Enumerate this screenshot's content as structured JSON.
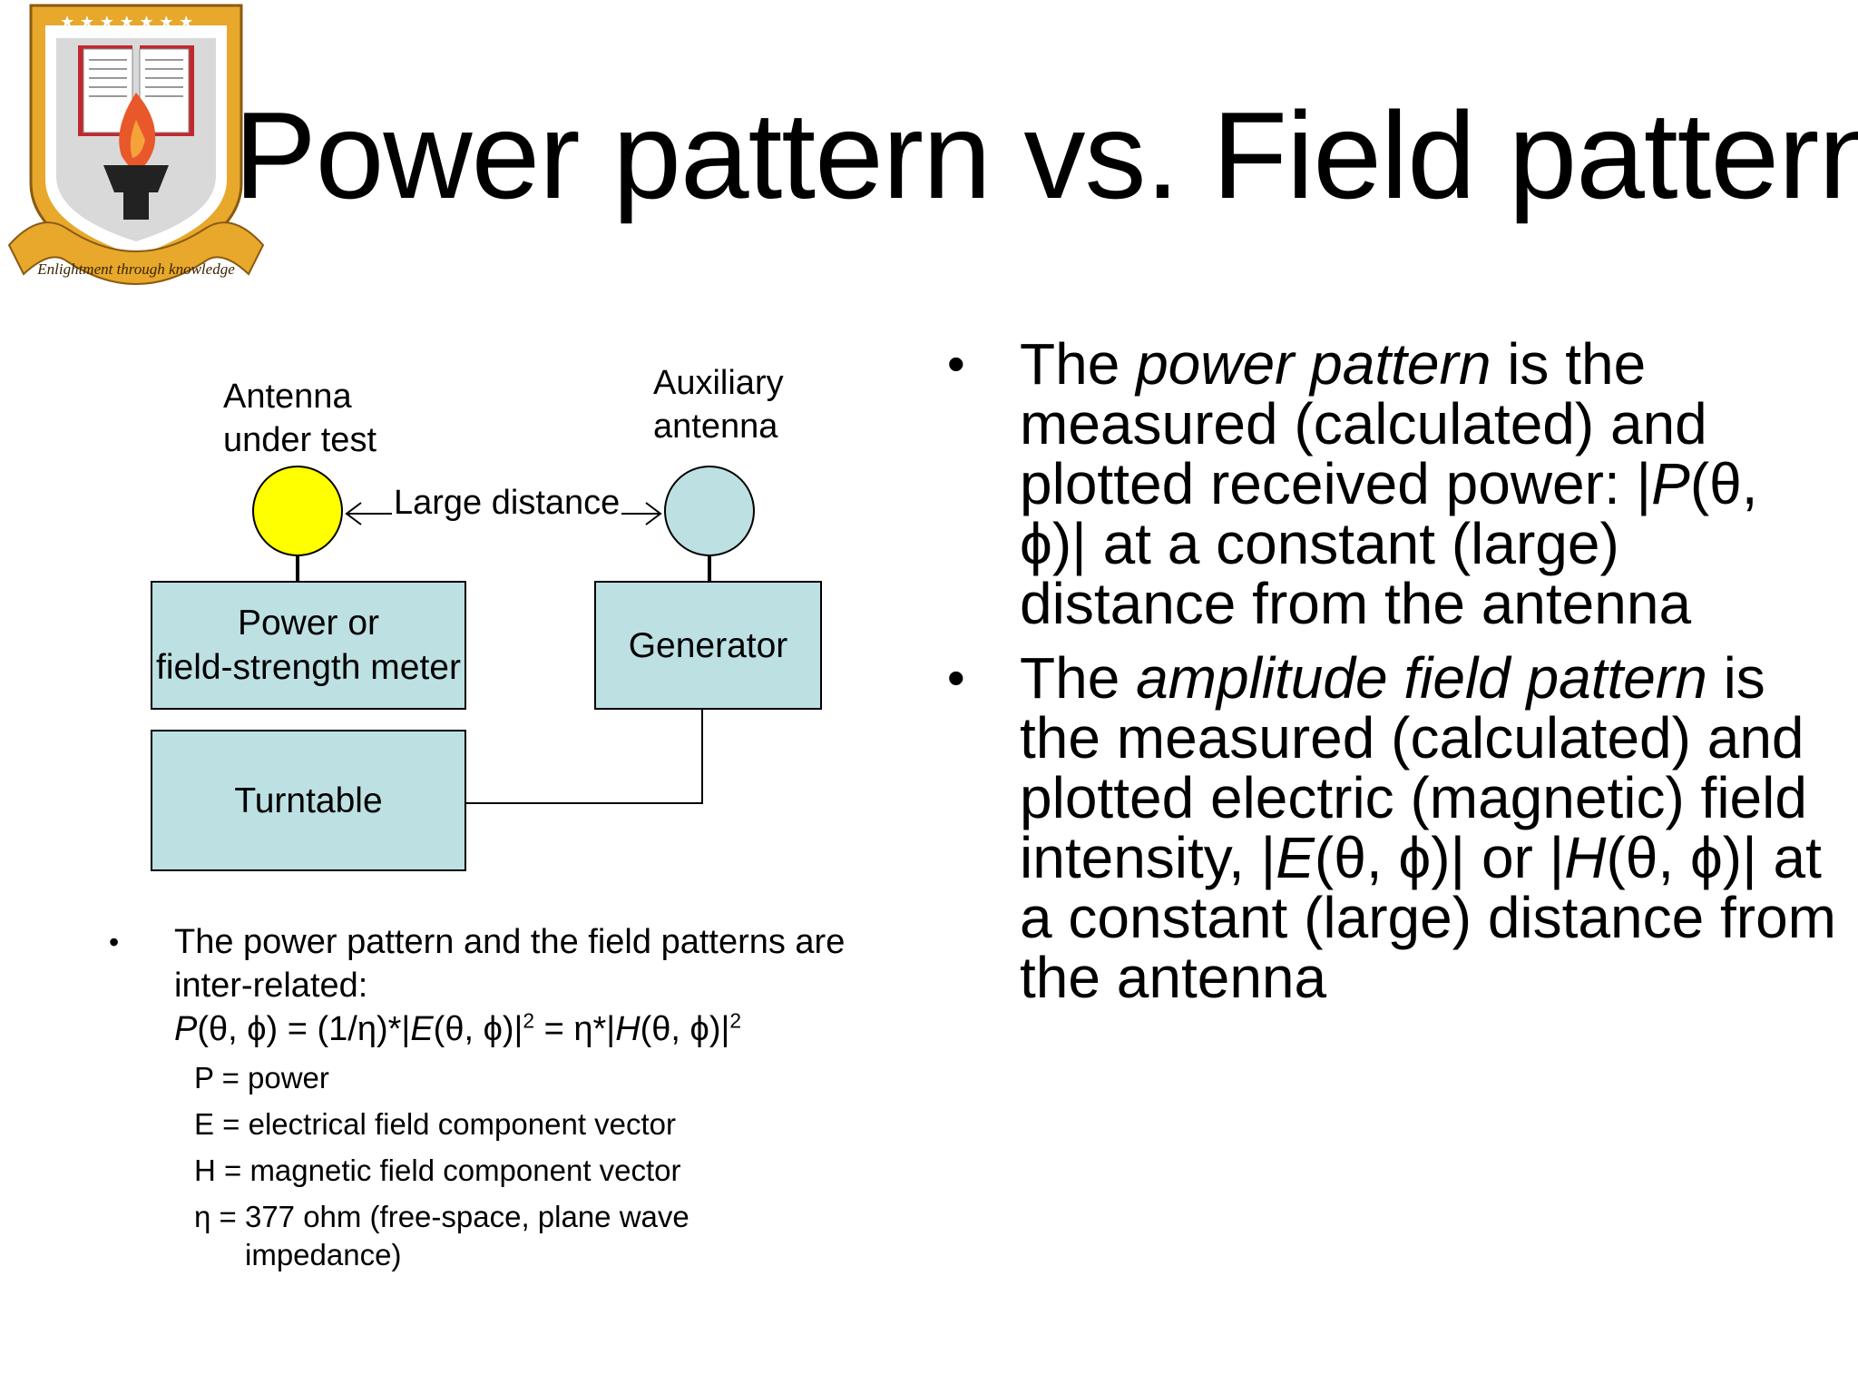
{
  "slide": {
    "title": "Power pattern vs. Field pattern",
    "crest_motto": "Enlightment through knowledge"
  },
  "diagram": {
    "label_antenna_under_test_1": "Antenna",
    "label_antenna_under_test_2": "under test",
    "label_auxiliary_1": "Auxiliary",
    "label_auxiliary_2": "antenna",
    "label_distance": "Large distance",
    "box_meter_1": "Power or",
    "box_meter_2": "field-strength meter",
    "box_generator": "Generator",
    "box_turntable": "Turntable",
    "colors": {
      "antenna_under_test": "#ffff00",
      "auxiliary_antenna": "#bde0e3",
      "boxes": "#bde0e3"
    }
  },
  "left_notes": {
    "bullet": "•",
    "line1": "The power pattern and the field patterns are",
    "line2": "inter-related:",
    "formula": {
      "p1": "P",
      "p2": "(θ, ϕ) = (1/η)*|",
      "p3": "E",
      "p4": "(θ, ϕ)|",
      "p5": "2",
      "p6": " = η*|",
      "p7": "H",
      "p8": "(θ, ϕ)|",
      "p9": "2"
    },
    "def_p": "P = power",
    "def_e": "E = electrical field component vector",
    "def_h": "H = magnetic field component vector",
    "def_eta_1": "η = 377 ohm (free-space, plane wave",
    "def_eta_2": "impedance)"
  },
  "right_bullets": {
    "bullet": "•",
    "b1": {
      "a": "The ",
      "b": "power pattern",
      "c": " is the measured (calculated) and plotted received power: |",
      "d": "P",
      "e": "(θ, ϕ)| at a constant (large) distance from the antenna"
    },
    "b2": {
      "a": "The ",
      "b": "amplitude field pattern",
      "c": " is the measured (calculated) and plotted electric (magnetic) field intensity, |",
      "d": "E",
      "e": "(θ, ϕ)| or  |",
      "f": "H",
      "g": "(θ, ϕ)| at a constant (large) distance from the antenna"
    }
  }
}
